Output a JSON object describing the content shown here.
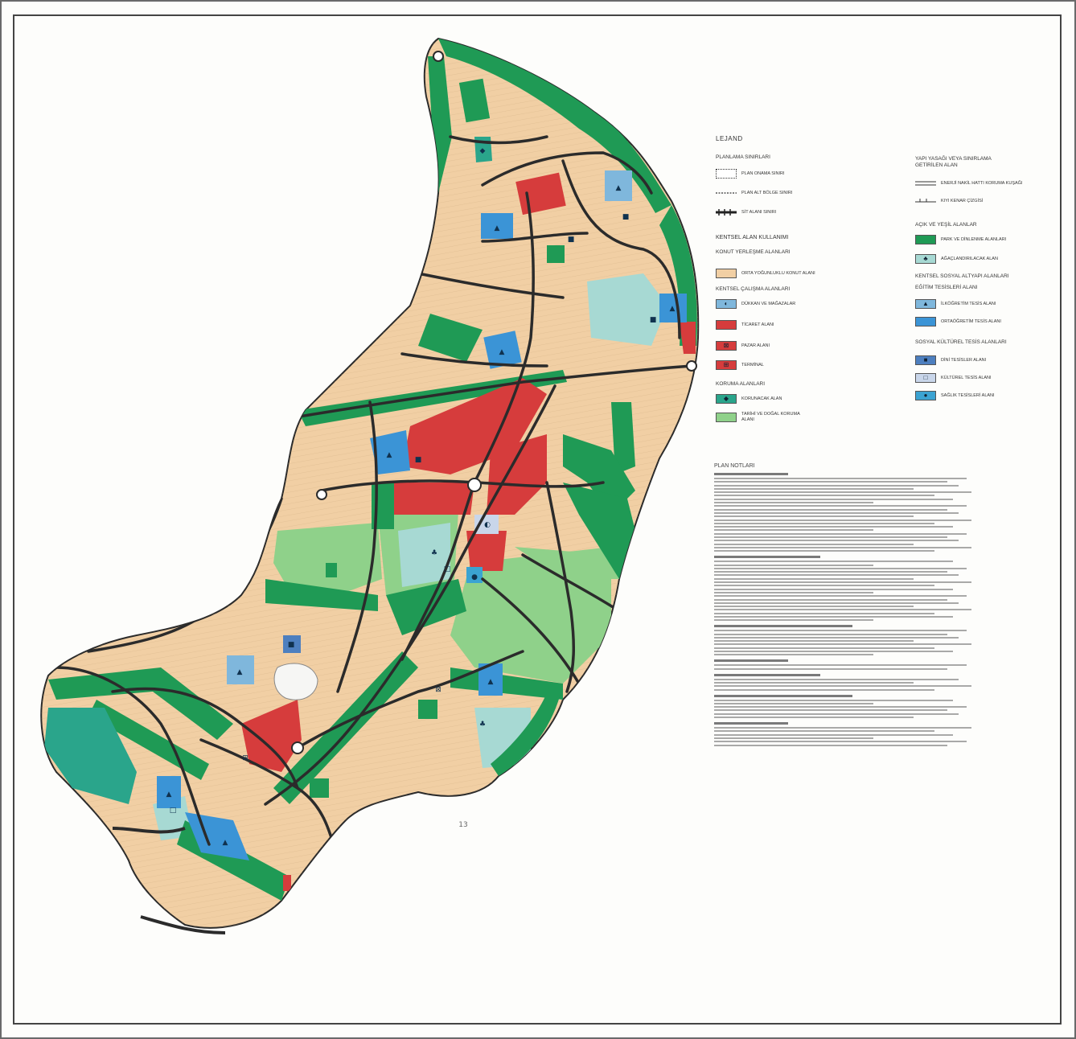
{
  "legend": {
    "title": "LEJAND",
    "planning_limits": {
      "heading": "PLANLAMA SINIRLARI",
      "items": [
        {
          "label": "PLAN ONAMA SINIRI",
          "style": "dotted-box"
        },
        {
          "label": "PLAN ALT BÖLGE SINIRI",
          "style": "dash-line"
        },
        {
          "label": "SİT ALANI SINIRI",
          "style": "cross-line"
        }
      ]
    },
    "urban_land_use": {
      "heading": "KENTSEL ALAN KULLANIMI",
      "residential_heading": "KONUT YERLEŞME ALANLARI",
      "residential_items": [
        {
          "label": "ORTA YOĞUNLUKLU KONUT ALANI",
          "color": "#f1cfa4"
        }
      ],
      "work_heading": "KENTSEL ÇALIŞMA ALANLARI",
      "work_items": [
        {
          "label": "DÜKKAN VE MAĞAZALAR",
          "color": "#7fb7dc",
          "icon": "half-circle-icon"
        },
        {
          "label": "TİCARET ALANI",
          "color": "#d63c3c"
        },
        {
          "label": "PAZAR ALANI",
          "color": "#d63c3c",
          "icon": "market-icon"
        },
        {
          "label": "TERMİNAL",
          "color": "#d63c3c",
          "icon": "terminal-icon"
        }
      ],
      "protection_heading": "KORUMA ALANLARI",
      "protection_items": [
        {
          "label": "KORUNACAK ALAN",
          "color": "#2aa58b",
          "icon": "protect-icon"
        },
        {
          "label": "TARİHİ VE DOĞAL KORUMA ALANI",
          "color": "#8fd18a"
        }
      ]
    },
    "right_column": {
      "height_heading": "YAPI YASAĞI VEYA SINIRLAMA GETİRİLEN ALAN",
      "height_items": [
        {
          "label": "ENERJİ NAKİL HATTI KORUMA KUŞAĞI",
          "style": "double-line"
        },
        {
          "label": "KIYI KENAR ÇİZGİSİ",
          "style": "tick-line"
        }
      ],
      "green_heading": "AÇIK VE YEŞİL ALANLAR",
      "green_items": [
        {
          "label": "PARK VE DİNLENME ALANLARI",
          "color": "#1f9a55"
        },
        {
          "label": "AĞAÇLANDIRILACAK ALAN",
          "color": "#a7d9d3",
          "icon": "tree-icon"
        }
      ],
      "social_heading": "KENTSEL SOSYAL ALTYAPI ALANLARI",
      "education_heading": "EĞİTİM TESİSLERİ ALANI",
      "education_items": [
        {
          "label": "İLKÖĞRETİM TESİS ALANI",
          "color": "#7fb7dc",
          "icon": "school-icon"
        },
        {
          "label": "ORTAÖĞRETİM TESİS ALANI",
          "color": "#3b94d6"
        }
      ],
      "cultural_heading": "SOSYAL KÜLTÜREL TESİS ALANLARI",
      "cultural_items": [
        {
          "label": "DİNİ TESİSLER ALANI",
          "color": "#4d7fbf",
          "icon": "mosque-icon"
        },
        {
          "label": "KÜLTÜREL TESİS ALANI",
          "color": "#c9d6ea",
          "icon": "culture-icon"
        },
        {
          "label": "SAĞLIK TESİSLERİ ALANI",
          "color": "#3ba3d2",
          "icon": "health-icon"
        }
      ]
    }
  },
  "notes": {
    "title": "PLAN NOTLARI"
  },
  "colors": {
    "residential": "#f1cfa4",
    "park": "#1f9a55",
    "commerce": "#d63c3c",
    "protected_historic": "#8fd18a",
    "protected": "#2aa58b",
    "afforest": "#a7d9d3",
    "education": "#3b94d6",
    "education_light": "#7fb7dc",
    "road": "#2b2b2b"
  }
}
